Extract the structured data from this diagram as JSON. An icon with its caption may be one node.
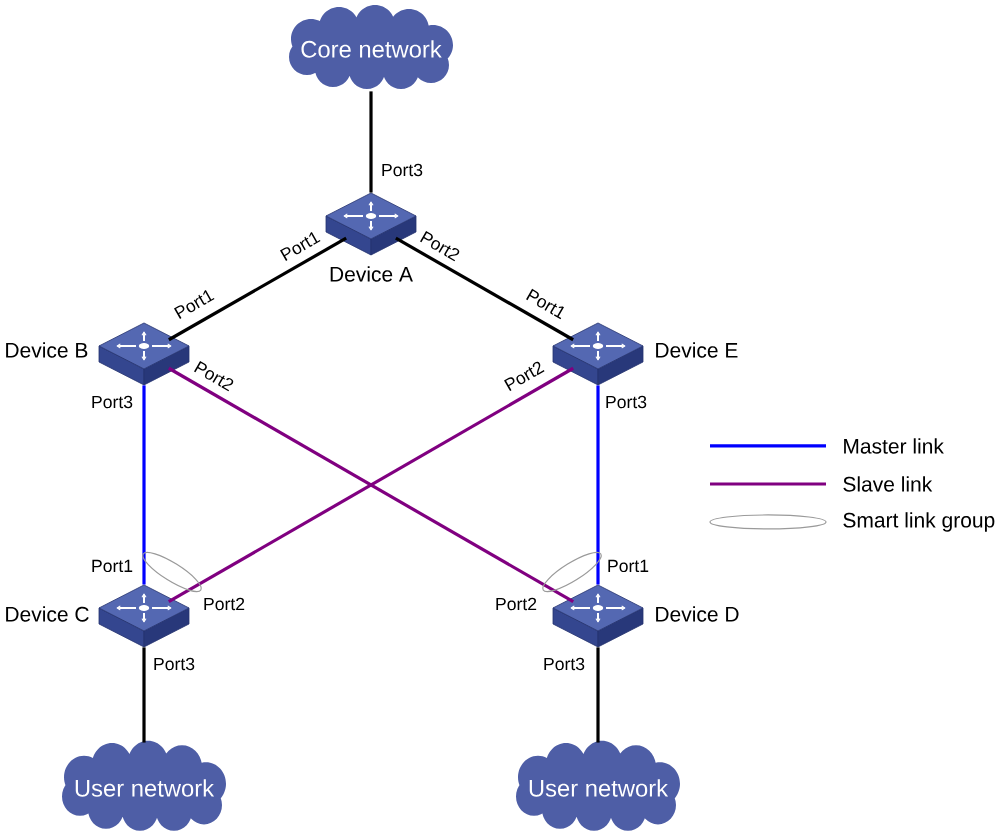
{
  "diagram": {
    "nodes": [
      {
        "text": [
          "Core network"
        ]
      },
      {
        "text": [],
        "shape": "picture",
        "beside": [
          "Device A"
        ]
      },
      {
        "text": [],
        "shape": "picture",
        "beside": [
          "Device B"
        ]
      },
      {
        "text": [],
        "shape": "picture",
        "beside": [
          "Device E"
        ]
      },
      {
        "text": [],
        "shape": "picture",
        "beside": [
          "Device C"
        ]
      },
      {
        "text": [],
        "shape": "picture",
        "beside": [
          "Device D"
        ]
      },
      {
        "text": [
          "User network"
        ]
      },
      {
        "text": [
          "User network"
        ]
      }
    ],
    "edges": [
      {
        "from": 0,
        "to": 1,
        "arrow": "none"
      },
      {
        "from": 1,
        "to": 2,
        "arrow": "none"
      },
      {
        "from": 1,
        "to": 3,
        "arrow": "none"
      },
      {
        "from": 2,
        "to": 4,
        "arrow": "none",
        "color": "#0000ff"
      },
      {
        "from": 2,
        "to": 5,
        "arrow": "none",
        "color": "#800080"
      },
      {
        "from": 3,
        "to": 5,
        "arrow": "none",
        "color": "#0000ff"
      },
      {
        "from": 3,
        "to": 4,
        "arrow": "none",
        "color": "#800080"
      },
      {
        "from": 4,
        "to": 6,
        "arrow": "none"
      },
      {
        "from": 5,
        "to": 7,
        "arrow": "none"
      }
    ],
    "labels": [
      "Port3",
      "Port1",
      "Port2",
      "Port1",
      "Port1",
      "Port2",
      "Port2",
      "Port3",
      "Port3",
      "Port1",
      "Port1",
      "Port2",
      "Port2",
      "Port3",
      "Port3"
    ],
    "legend": [
      {
        "text": "Master link"
      },
      {
        "text": "Slave link"
      },
      {
        "text": "Smart link group"
      }
    ]
  }
}
